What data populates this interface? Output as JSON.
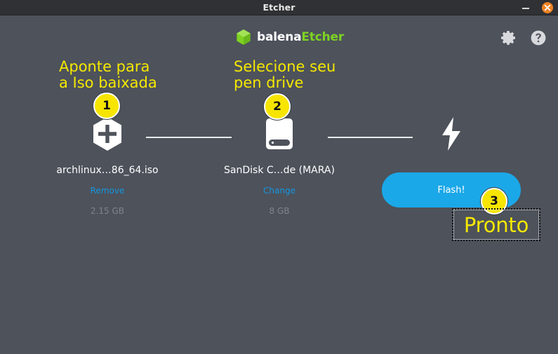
{
  "window": {
    "title": "Etcher",
    "minimize_icon": "minimize-icon",
    "close_icon": "close-icon",
    "titlebar_color": "#303134",
    "body_color": "#4d525b"
  },
  "header": {
    "brand_primary": "balena",
    "brand_secondary": "Etcher",
    "brand_icon": "balena-cube-icon",
    "brand_accent_color": "#7ed321",
    "settings_icon": "gear-icon",
    "help_icon": "question-mark-icon"
  },
  "steps": [
    {
      "icon": "add-image-hexagon-plus-icon",
      "name": "archlinux…86_64.iso",
      "action": "Remove",
      "size": "2.15 GB"
    },
    {
      "icon": "drive-icon",
      "name": "SanDisk C…de (MARA)",
      "action": "Change",
      "size": "8 GB"
    },
    {
      "icon": "lightning-bolt-icon",
      "name": "",
      "action": "",
      "size": ""
    }
  ],
  "flash": {
    "label": "Flash!",
    "color": "#1ba8e8"
  },
  "annotations": {
    "color": "#f5e800",
    "step1_text": "Aponte para\na Iso baixada",
    "step2_text": "Selecione seu\npen drive",
    "badge1": "1",
    "badge2": "2",
    "badge3": "3",
    "pronto_text": "Pronto"
  }
}
